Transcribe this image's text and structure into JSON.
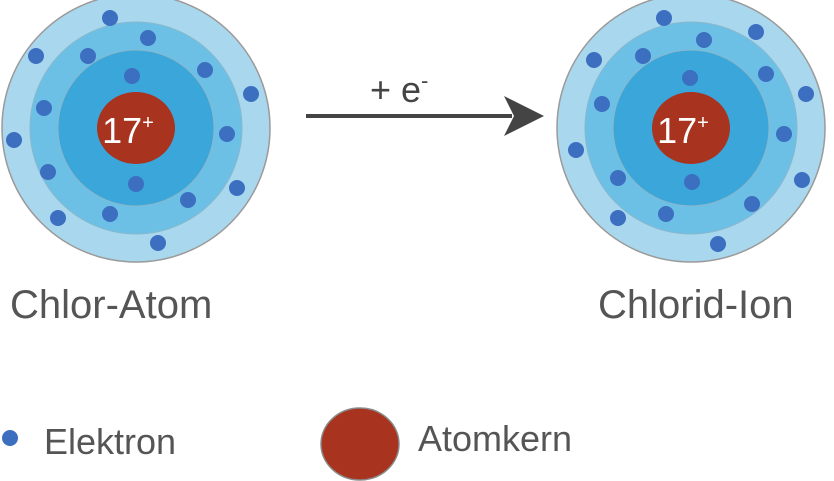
{
  "colors": {
    "shell_outer": "#a9d8ee",
    "shell_middle": "#6cc0e6",
    "shell_inner": "#3aa6d9",
    "shell_border": "#8a8a8a",
    "nucleus": "#a8331e",
    "electron": "#3d6fc0",
    "arrow": "#444444",
    "text": "#555555"
  },
  "atoms": [
    {
      "id": "chlor-atom",
      "nucleus_base": "17",
      "nucleus_charge": "+",
      "caption": "Chlor-Atom"
    },
    {
      "id": "chlorid-ion",
      "nucleus_base": "17",
      "nucleus_charge": "+",
      "caption": "Chlorid-Ion"
    }
  ],
  "reaction": {
    "plus": "+ e",
    "charge": "-"
  },
  "legend": {
    "electron_label": "Elektron",
    "nucleus_label": "Atomkern"
  }
}
